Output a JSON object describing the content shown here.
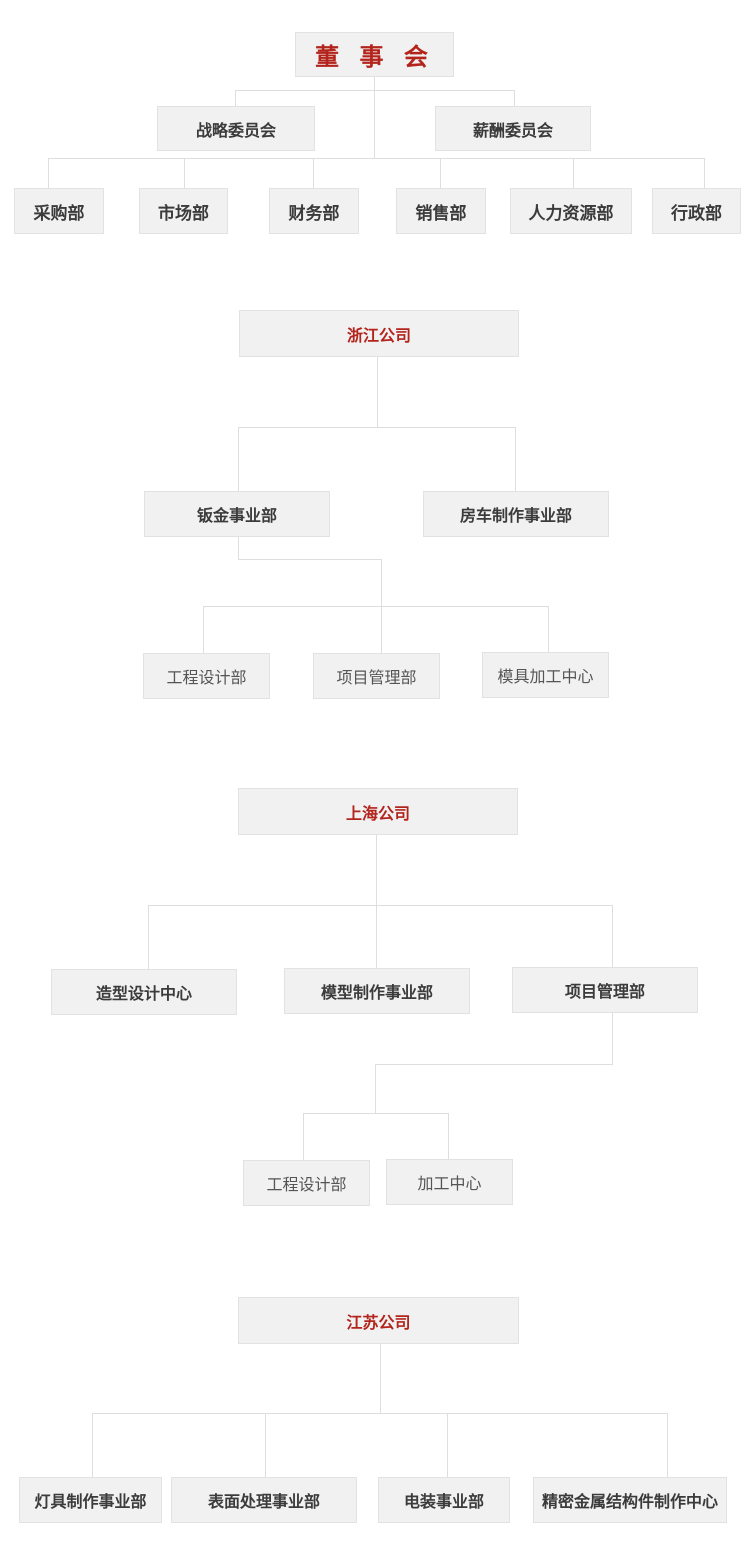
{
  "board": {
    "title": "董 事 会",
    "committees": [
      "战略委员会",
      "薪酬委员会"
    ],
    "departments": [
      "采购部",
      "市场部",
      "财务部",
      "销售部",
      "人力资源部",
      "行政部"
    ]
  },
  "zhejiang": {
    "title": "浙江公司",
    "divisions": [
      "钣金事业部",
      "房车制作事业部"
    ],
    "subunits": [
      "工程设计部",
      "项目管理部",
      "模具加工中心"
    ]
  },
  "shanghai": {
    "title": "上海公司",
    "divisions": [
      "造型设计中心",
      "模型制作事业部",
      "项目管理部"
    ],
    "subunits": [
      "工程设计部",
      "加工中心"
    ]
  },
  "jiangsu": {
    "title": "江苏公司",
    "divisions": [
      "灯具制作事业部",
      "表面处理事业部",
      "电装事业部",
      "精密金属结构件制作中心"
    ]
  },
  "colors": {
    "accent": "#b3241d",
    "box_fill": "#f1f1f1",
    "line": "#dedede",
    "text": "#3b3b3b"
  }
}
